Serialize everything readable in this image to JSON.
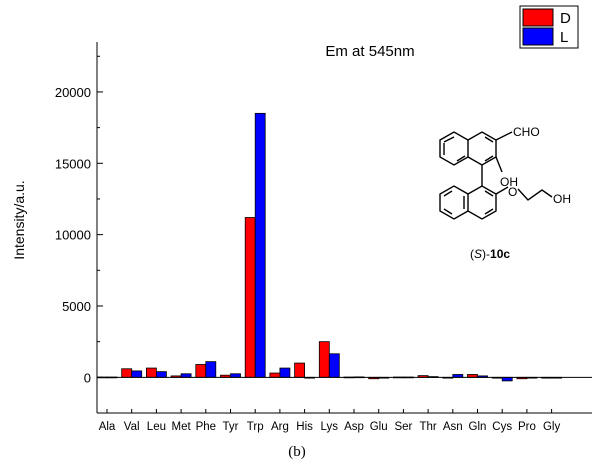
{
  "chart_data": {
    "type": "bar",
    "title": "Em at 545nm",
    "ylabel": "Intensity/a.u.",
    "xlabel": "",
    "ylim": [
      -2500,
      23500
    ],
    "yticks": [
      0,
      5000,
      10000,
      15000,
      20000
    ],
    "grid": false,
    "legend_position": "top-right",
    "categories": [
      "Ala",
      "Val",
      "Leu",
      "Met",
      "Phe",
      "Tyr",
      "Trp",
      "Arg",
      "His",
      "Lys",
      "Asp",
      "Glu",
      "Ser",
      "Thr",
      "Asn",
      "Gln",
      "Cys",
      "Pro",
      "Gly"
    ],
    "series": [
      {
        "name": "D",
        "color": "#ff0000",
        "values": [
          20,
          600,
          650,
          100,
          900,
          150,
          11200,
          300,
          1000,
          2500,
          20,
          -100,
          20,
          120,
          0,
          200,
          -50,
          -100,
          -20
        ]
      },
      {
        "name": "L",
        "color": "#0000ff",
        "values": [
          20,
          450,
          400,
          250,
          1100,
          250,
          18500,
          650,
          0,
          1650,
          30,
          -50,
          20,
          50,
          200,
          100,
          -250,
          -50,
          -50
        ]
      }
    ]
  },
  "figure": {
    "caption": "(b)",
    "molecule": {
      "aldehyde": "CHO",
      "hydroxyl_1": "OH",
      "ether_o": "O",
      "hydroxyl_2": "OH",
      "name_paren_open": "(",
      "name_stereo": "S",
      "name_paren_close": ")-",
      "name_number": "10c"
    }
  }
}
